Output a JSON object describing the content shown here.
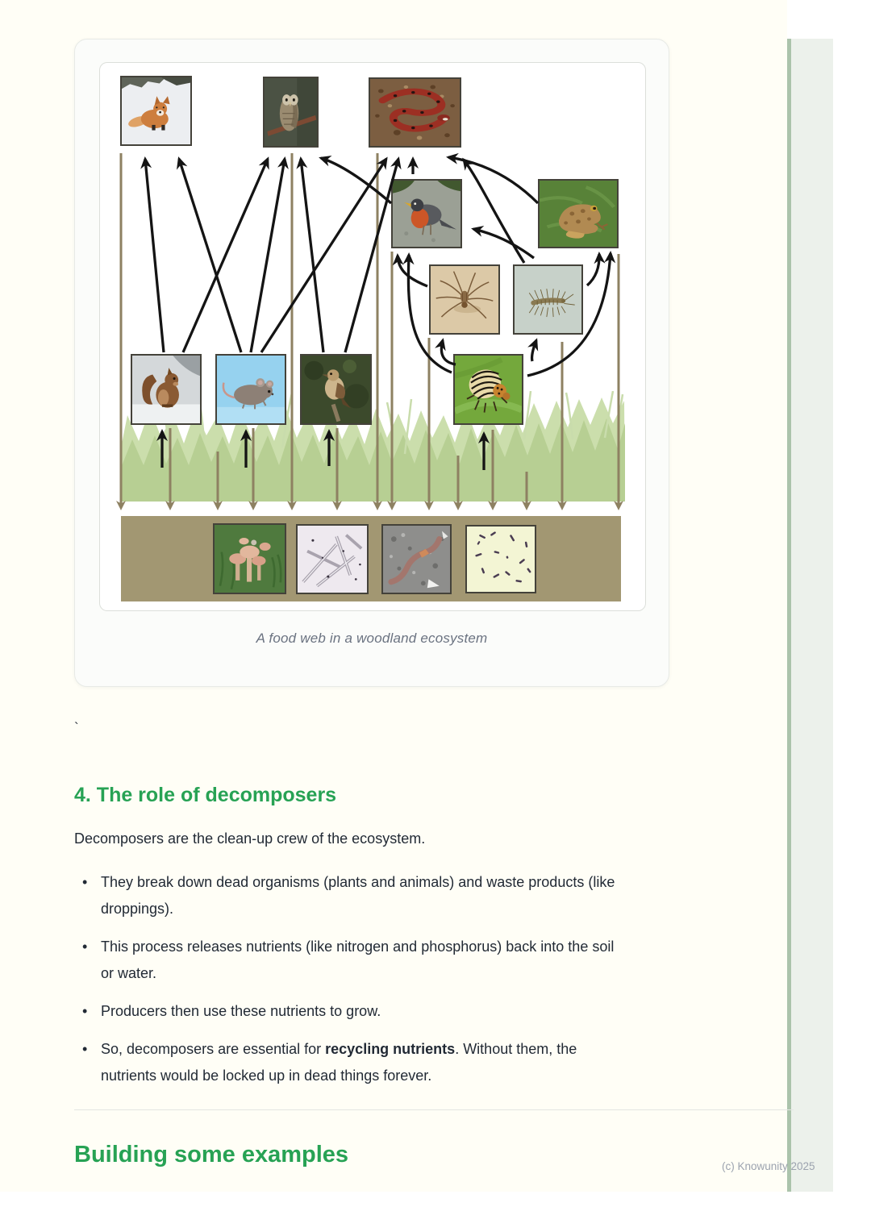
{
  "figure": {
    "caption": "A food web in a woodland ecosystem",
    "organisms": [
      "red fox",
      "owl",
      "garter snake",
      "american robin",
      "toad",
      "spider",
      "centipede",
      "squirrel",
      "mouse",
      "house sparrow",
      "potato beetle",
      "grass (producer)"
    ],
    "decomposers": [
      "mushrooms (fungi)",
      "fungal hyphae (microscopic)",
      "earthworm",
      "soil bacteria"
    ],
    "predation_arrows": [
      [
        "squirrel",
        "fox"
      ],
      [
        "mouse",
        "fox"
      ],
      [
        "squirrel",
        "owl"
      ],
      [
        "mouse",
        "owl"
      ],
      [
        "sparrow",
        "owl"
      ],
      [
        "robin",
        "owl"
      ],
      [
        "mouse",
        "snake"
      ],
      [
        "sparrow",
        "snake"
      ],
      [
        "robin",
        "snake"
      ],
      [
        "toad",
        "snake"
      ],
      [
        "centipede",
        "snake"
      ],
      [
        "spider",
        "robin"
      ],
      [
        "beetle",
        "robin"
      ],
      [
        "centipede",
        "robin"
      ],
      [
        "centipede",
        "toad"
      ],
      [
        "beetle",
        "toad"
      ],
      [
        "beetle",
        "spider"
      ],
      [
        "beetle",
        "centipede"
      ],
      [
        "grass",
        "squirrel"
      ],
      [
        "grass",
        "mouse"
      ],
      [
        "grass",
        "sparrow"
      ],
      [
        "grass",
        "beetle"
      ]
    ],
    "decomposition_arrows": "all organisms and grass -> soil decomposers (tan downward arrows)"
  },
  "stray_text": "`",
  "section": {
    "heading": "4. The role of decomposers",
    "intro": "Decomposers are the clean-up crew of the ecosystem.",
    "bullets": [
      {
        "pre": "They break down dead organisms (plants and animals) and waste products (like droppings).",
        "bold": "",
        "post": ""
      },
      {
        "pre": "This process releases nutrients (like nitrogen and phosphorus) back into the soil or water.",
        "bold": "",
        "post": ""
      },
      {
        "pre": "Producers then use these nutrients to grow.",
        "bold": "",
        "post": ""
      },
      {
        "pre": "So, decomposers are essential for ",
        "bold": "recycling nutrients",
        "post": ". Without them, the nutrients would be locked up in dead things forever."
      }
    ]
  },
  "next_section": {
    "heading": "Building some examples"
  },
  "watermark": "(c) Knowunity 2025",
  "colors": {
    "page_cream": "#FFFEF6",
    "rail_line": "#ABC3AB",
    "rail_panel": "#ECF1EB",
    "card_bg": "#FBFCFA",
    "accent_green": "#27A254",
    "body_text": "#222A35",
    "caption_gray": "#6A7280",
    "watermark_gray": "#9CA3AF",
    "soil_band": "#A29772",
    "grass_green": "#B7CF93",
    "black_arrow": "#141414",
    "tan_arrow": "#8E8162"
  }
}
